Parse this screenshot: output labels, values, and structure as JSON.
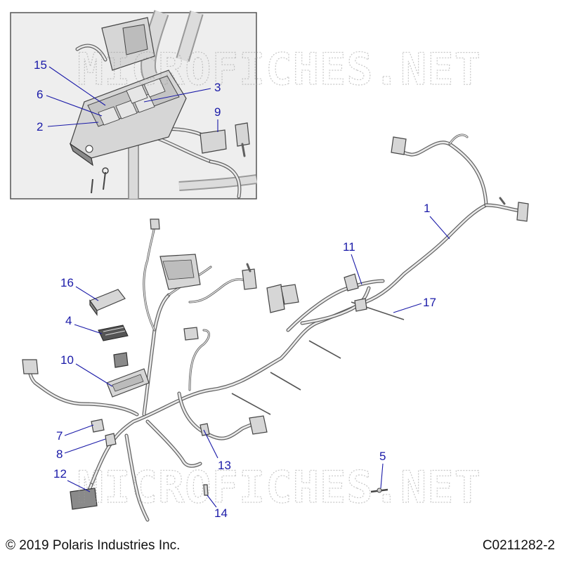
{
  "callouts": {
    "c1": "1",
    "c2": "2",
    "c3": "3",
    "c4": "4",
    "c5": "5",
    "c6": "6",
    "c7": "7",
    "c8": "8",
    "c9": "9",
    "c10": "10",
    "c11": "11",
    "c12": "12",
    "c13": "13",
    "c14": "14",
    "c15": "15",
    "c16": "16",
    "c17": "17"
  },
  "watermark": "MICROFICHES.NET",
  "footer": {
    "copyright": "© 2019 Polaris Industries Inc.",
    "drawing_number": "C0211282-2"
  },
  "colors": {
    "callout": "#1a1aa8",
    "inset_background": "#eeeeee"
  }
}
